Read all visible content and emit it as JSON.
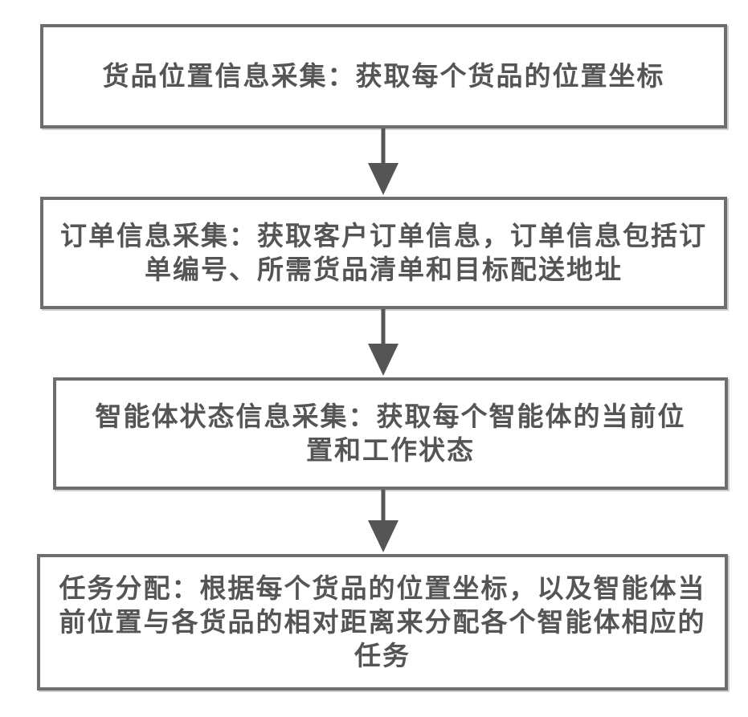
{
  "steps": [
    {
      "text": "货品位置信息采集：获取每个货品的位置坐标"
    },
    {
      "text": "订单信息采集：获取客户订单信息，订单信息包括订单编号、所需货品清单和目标配送地址"
    },
    {
      "text": "智能体状态信息采集：获取每个智能体的当前位置和工作状态"
    },
    {
      "text": "任务分配：根据每个货品的位置坐标，以及智能体当前位置与各货品的相对距离来分配各个智能体相应的任务"
    }
  ],
  "colors": {
    "border": "#6e6e6e",
    "text": "#555555",
    "arrow": "#555555"
  }
}
